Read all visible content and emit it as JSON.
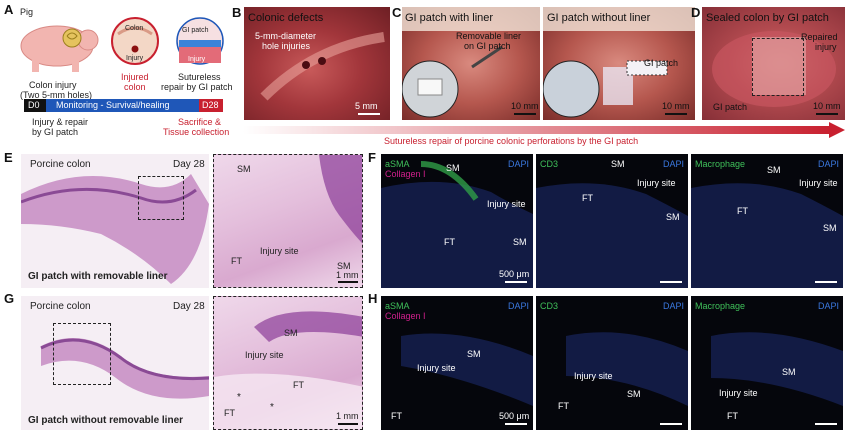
{
  "panels": {
    "A": {
      "letter": "A",
      "pig": "Pig",
      "colon_injury": "Colon injury",
      "colon_injury_sub": "(Two 5-mm holes)",
      "circle_colon": "Colon",
      "circle_injury": "Injury",
      "injured_colon_1": "Injured",
      "injured_colon_2": "colon",
      "gi_patch_label": "GI patch",
      "injury_label": "Injury",
      "sutureless_1": "Sutureless",
      "sutureless_2": "repair by GI patch",
      "timeline_start": "D0",
      "timeline_mid": "Monitoring - Survival/healing",
      "timeline_end": "D28",
      "repair_1": "Injury & repair",
      "repair_2": "by GI patch",
      "sacrifice_1": "Sacrifice &",
      "sacrifice_2": "Tissue collection"
    },
    "B": {
      "letter": "B",
      "title": "Colonic defects",
      "note_1": "5-mm-diameter",
      "note_2": "hole injuries",
      "scale": "5 mm"
    },
    "C": {
      "letter": "C",
      "title_left": "GI patch with liner",
      "title_right": "GI patch without liner",
      "liner_1": "Removable liner",
      "liner_2": "on GI patch",
      "gi_patch": "GI patch",
      "scale_left": "10 mm",
      "scale_right": "10 mm"
    },
    "D": {
      "letter": "D",
      "title": "Sealed colon by GI patch",
      "repaired_1": "Repaired",
      "repaired_2": "injury",
      "gi_patch": "GI patch",
      "scale": "10 mm"
    },
    "arrow_caption": "Sutureless repair of porcine colonic perforations by the GI patch",
    "E": {
      "letter": "E",
      "title": "Porcine colon",
      "day": "Day 28",
      "sm": "SM",
      "ft": "FT",
      "injury_site": "Injury site",
      "sm2": "SM",
      "scale": "1 mm",
      "caption": "GI patch with removable liner"
    },
    "F": {
      "letter": "F",
      "p1_stain1": "aSMA",
      "p1_stain2": "Collagen I",
      "p1_dapi": "DAPI",
      "p1_sm": "SM",
      "p1_injury": "Injury site",
      "p1_ft": "FT",
      "p1_sm2": "SM",
      "p1_scale": "500 μm",
      "p2_stain": "CD3",
      "p2_dapi": "DAPI",
      "p2_sm": "SM",
      "p2_injury": "Injury site",
      "p2_ft": "FT",
      "p2_sm2": "SM",
      "p3_stain": "Macrophage",
      "p3_dapi": "DAPI",
      "p3_sm": "SM",
      "p3_injury": "Injury site",
      "p3_ft": "FT",
      "p3_sm2": "SM"
    },
    "G": {
      "letter": "G",
      "title": "Porcine colon",
      "day": "Day 28",
      "sm": "SM",
      "injury_site": "Injury site",
      "ft": "FT",
      "ft2": "FT",
      "star": "*",
      "scale": "1 mm",
      "caption": "GI patch without removable liner"
    },
    "H": {
      "letter": "H",
      "p1_stain1": "aSMA",
      "p1_stain2": "Collagen I",
      "p1_dapi": "DAPI",
      "p1_injury": "Injury site",
      "p1_sm": "SM",
      "p1_ft": "FT",
      "p1_scale": "500 μm",
      "p2_stain": "CD3",
      "p2_dapi": "DAPI",
      "p2_injury": "Injury site",
      "p2_sm": "SM",
      "p2_ft": "FT",
      "p3_stain": "Macrophage",
      "p3_dapi": "DAPI",
      "p3_injury": "Injury site",
      "p3_sm": "SM",
      "p3_ft": "FT"
    }
  },
  "colors": {
    "accent_red": "#c8202f",
    "timeline_blue": "#1f57b8",
    "dapi_blue": "#3a78e0",
    "green": "#3fc05a",
    "magenta": "#d0208c"
  }
}
